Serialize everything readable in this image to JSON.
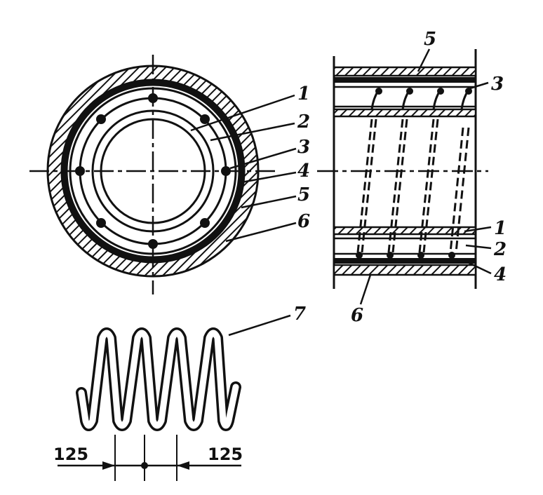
{
  "labels": {
    "left": [
      "1",
      "2",
      "3",
      "4",
      "5",
      "6"
    ],
    "right_top": [
      "5",
      "3"
    ],
    "right_bottom": [
      "1",
      "2",
      "4",
      "6"
    ],
    "spring": "7"
  },
  "dimensions": {
    "left": "125",
    "right": "125"
  },
  "colors": {
    "ink": "#111111",
    "paper": "#ffffff"
  }
}
